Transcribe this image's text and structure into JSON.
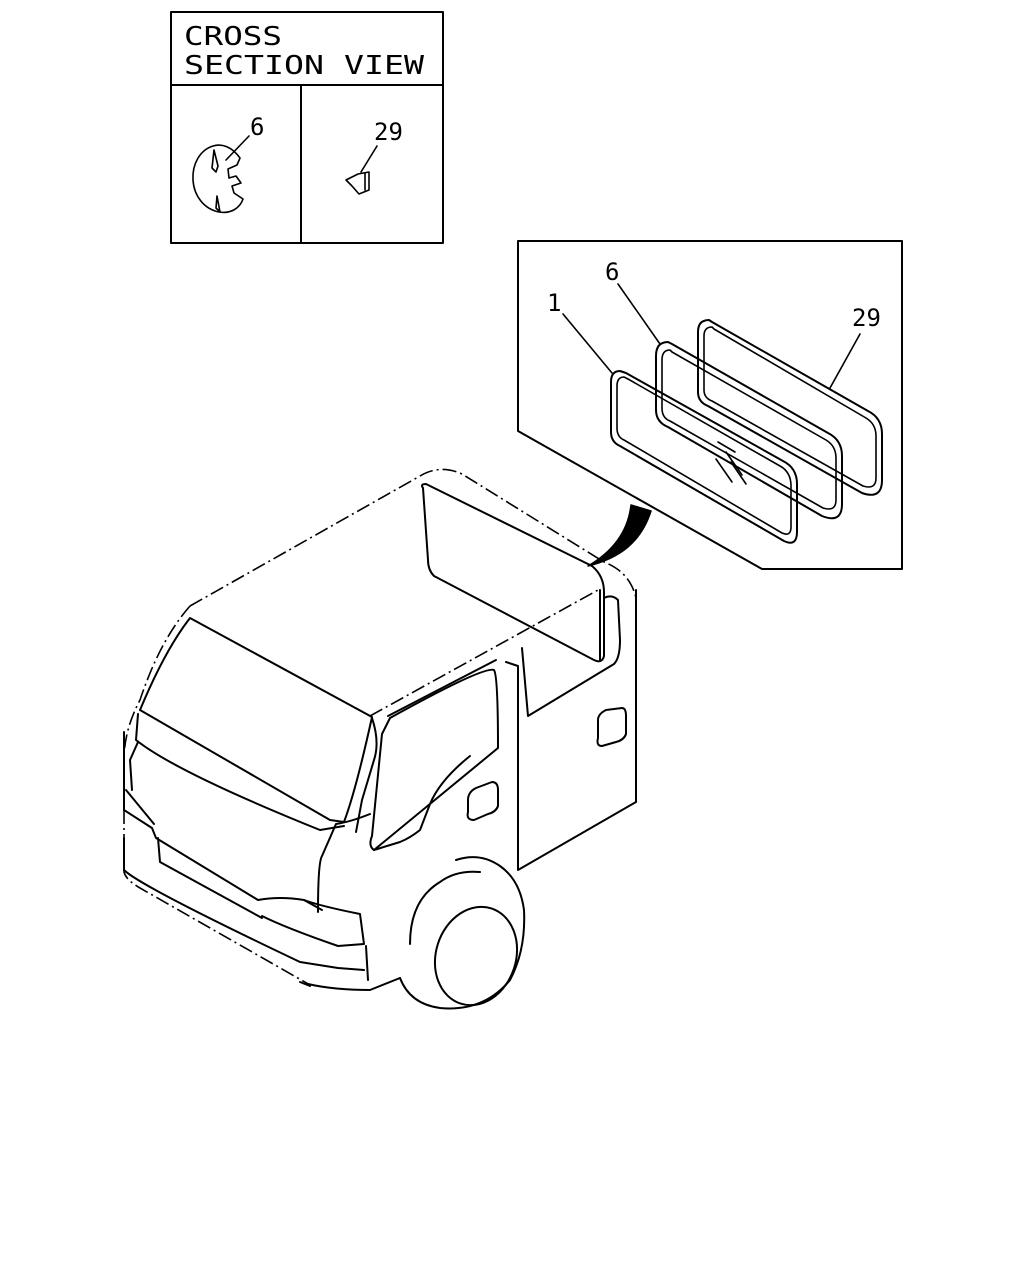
{
  "cross_section": {
    "title_line1": "CROSS",
    "title_line2": "SECTION VIEW",
    "left_callout": "6",
    "right_callout": "29"
  },
  "detail": {
    "callout_glass": "1",
    "callout_seal": "6",
    "callout_molding": "29"
  }
}
